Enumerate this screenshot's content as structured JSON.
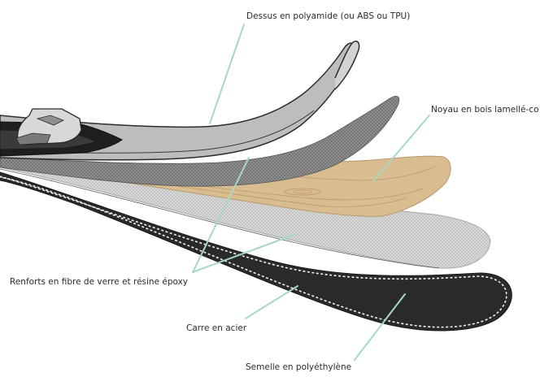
{
  "labels": {
    "top_sheet": "Dessus en polyamide (ou ABS ou TPU)",
    "core": "Noyau en bois lamellé-co",
    "reinforcement": "Renforts en fibre de verre et résine époxy",
    "edge": "Carre en acier",
    "base": "Semelle en polyéthylène"
  },
  "colors": {
    "leader_line": "#a7d7c5",
    "top_sheet": "#bdbdbd",
    "fiberglass": "#7d7d7d",
    "wood_core": "#d9bc8f",
    "glass_layer": "#c9c9c9",
    "base": "#2a2a2a",
    "outline": "#333333"
  }
}
